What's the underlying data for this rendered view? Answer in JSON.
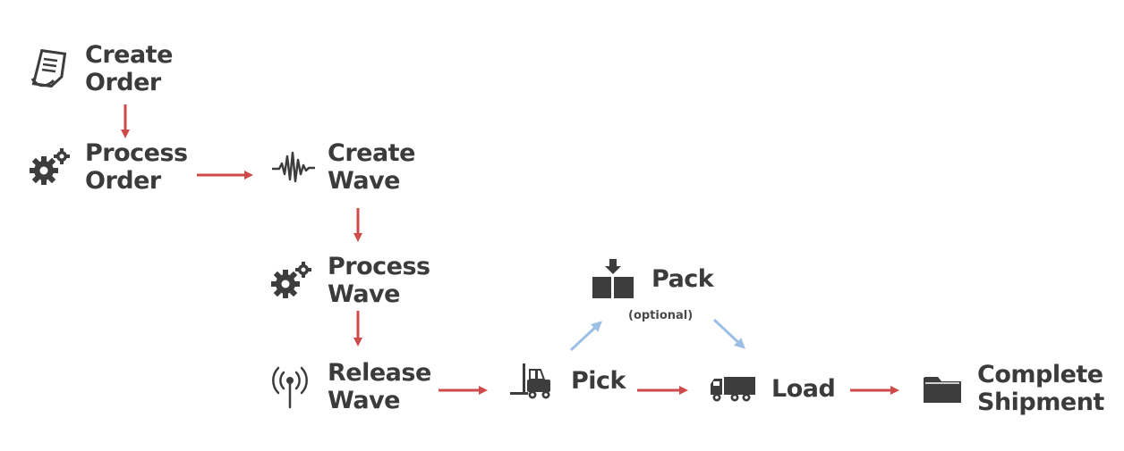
{
  "nodes": {
    "create_order": {
      "lines": [
        "Create",
        "Order"
      ],
      "icon": "document-icon"
    },
    "process_order": {
      "lines": [
        "Process",
        "Order"
      ],
      "icon": "gears-icon"
    },
    "create_wave": {
      "lines": [
        "Create",
        "Wave"
      ],
      "icon": "waveform-icon"
    },
    "process_wave": {
      "lines": [
        "Process",
        "Wave"
      ],
      "icon": "gears-icon"
    },
    "release_wave": {
      "lines": [
        "Release",
        "Wave"
      ],
      "icon": "antenna-icon"
    },
    "pick": {
      "lines": [
        "Pick"
      ],
      "icon": "forklift-icon"
    },
    "pack": {
      "lines": [
        "Pack"
      ],
      "icon": "box-icon",
      "note": "(optional)"
    },
    "load": {
      "lines": [
        "Load"
      ],
      "icon": "truck-icon"
    },
    "complete_shipment": {
      "lines": [
        "Complete",
        "Shipment"
      ],
      "icon": "folder-icon"
    }
  },
  "colors": {
    "text": "#3b3b3b",
    "arrow_main": "#cf4b4b",
    "arrow_optional": "#9dbfe3",
    "icon": "#3d3d3d"
  }
}
